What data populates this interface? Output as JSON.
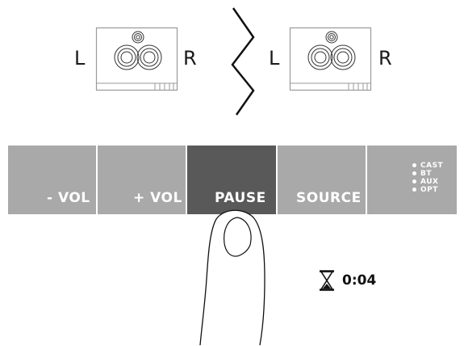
{
  "speakers": {
    "left_pair": {
      "left_label": "L",
      "right_label": "R"
    },
    "right_pair": {
      "left_label": "L",
      "right_label": "R"
    }
  },
  "control_panel": {
    "buttons": [
      {
        "label": "- VOL",
        "state": "normal"
      },
      {
        "label": "+ VOL",
        "state": "normal"
      },
      {
        "label": "PAUSE",
        "state": "pressed"
      },
      {
        "label": "SOURCE",
        "state": "normal"
      }
    ],
    "sources": [
      "CAST",
      "BT",
      "AUX",
      "OPT"
    ]
  },
  "timer": {
    "icon": "hourglass-icon",
    "value": "0:04"
  },
  "colors": {
    "button_bg": "#a9a9a9",
    "button_pressed_bg": "#595959",
    "text_on_button": "#ffffff",
    "outline": "#1a1a1a"
  }
}
